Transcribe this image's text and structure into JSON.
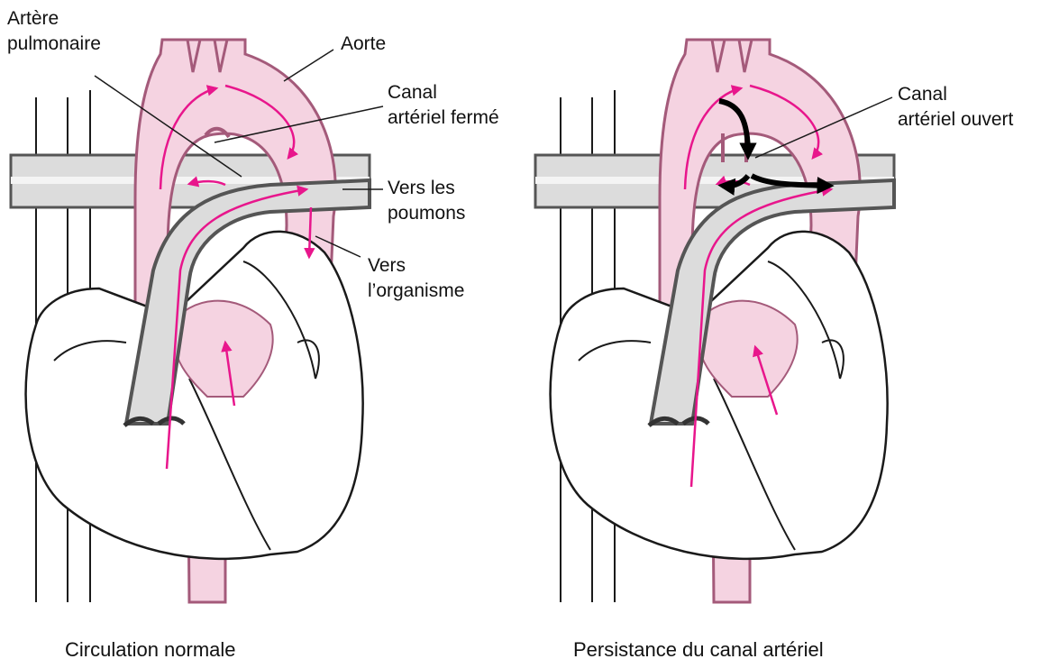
{
  "colors": {
    "blood_flow_arrow": "#e8168c",
    "aorta_fill": "#f5d3e1",
    "aorta_outline": "#a45a7a",
    "pulmonary_fill": "#dcdcdc",
    "pulmonary_outline": "#555555",
    "shunt_arrow": "#000000",
    "line": "#1a1a1a"
  },
  "panels": [
    {
      "id": "normal",
      "labels": {
        "pulmonary_artery": [
          "Artère",
          "pulmonaire"
        ],
        "aorta": "Aorte",
        "ductus": [
          "Canal",
          "artériel fermé"
        ],
        "to_lungs": [
          "Vers les",
          "poumons"
        ],
        "to_body": [
          "Vers",
          "l’organisme"
        ]
      },
      "caption": "Circulation normale"
    },
    {
      "id": "pda",
      "labels": {
        "ductus": [
          "Canal",
          "artériel ouvert"
        ]
      },
      "caption": "Persistance du canal artériel"
    }
  ]
}
